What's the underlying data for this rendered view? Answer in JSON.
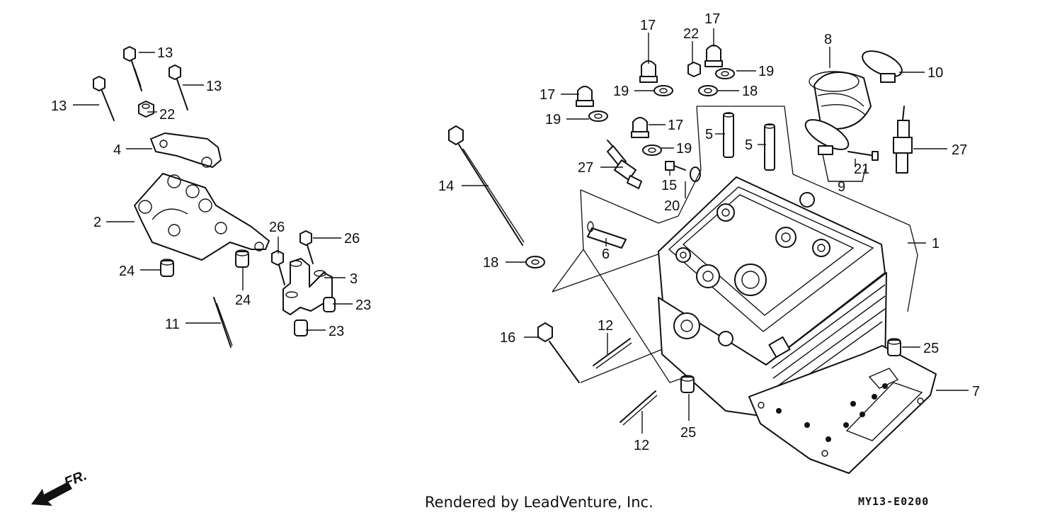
{
  "callouts": {
    "c13a": "13",
    "c13b": "13",
    "c13c": "13",
    "c22a": "22",
    "c4": "4",
    "c2": "2",
    "c24a": "24",
    "c24b": "24",
    "c11": "11",
    "c26a": "26",
    "c26b": "26",
    "c3": "3",
    "c23a": "23",
    "c23b": "23",
    "c17a": "17",
    "c17b": "17",
    "c17c": "17",
    "c22b": "22",
    "c19a": "19",
    "c19b": "19",
    "c19c": "19",
    "c19d": "19",
    "c18a": "18",
    "c8": "8",
    "c10": "10",
    "c27a": "27",
    "c27b": "27",
    "c5a": "5",
    "c5b": "5",
    "c15": "15",
    "c20": "20",
    "c21": "21",
    "c9": "9",
    "c14": "14",
    "c6": "6",
    "c1": "1",
    "c18b": "18",
    "c16": "16",
    "c12a": "12",
    "c12b": "12",
    "c25a": "25",
    "c25b": "25",
    "c7": "7"
  },
  "footer": {
    "credit": "Rendered by LeadVenture, Inc.",
    "diagram_code": "MY13-E0200",
    "front_marker": "FR."
  },
  "colors": {
    "ink": "#111111",
    "background": "#ffffff"
  }
}
